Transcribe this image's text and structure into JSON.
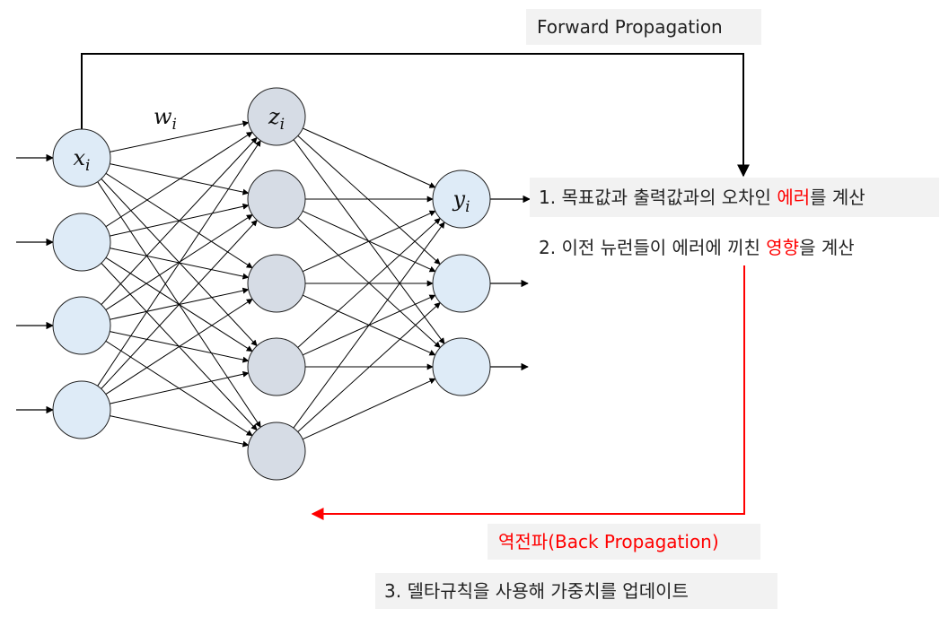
{
  "colors": {
    "input_node": "#deebf7",
    "hidden_node": "#d6dce5",
    "output_node": "#deebf7",
    "node_stroke": "#202020",
    "edge": "#000000",
    "backprop_arrow": "#ff0000",
    "highlight": "#ff0000",
    "label_background": "#f2f2f2"
  },
  "network": {
    "input_layer": {
      "node_count": 4,
      "first_node_label": "x",
      "first_node_subscript": "i"
    },
    "hidden_layer": {
      "node_count": 5,
      "first_node_label": "z",
      "first_node_subscript": "i"
    },
    "output_layer": {
      "node_count": 3,
      "first_node_label": "y",
      "first_node_subscript": "i"
    },
    "weight_label": "w",
    "weight_subscript": "i"
  },
  "labels": {
    "forward": "Forward Propagation",
    "step1_prefix": "1. 목표값과 출력값과의 오차인 ",
    "step1_highlight": "에러",
    "step1_suffix": "를 계산",
    "step2_prefix": "2. 이전 뉴런들이 에러에 끼친 ",
    "step2_highlight": "영향",
    "step2_suffix": "을 계산",
    "backprop": "역전파(Back Propagation)",
    "step3": "3. 델타규칙을 사용해 가중치를 업데이트"
  }
}
